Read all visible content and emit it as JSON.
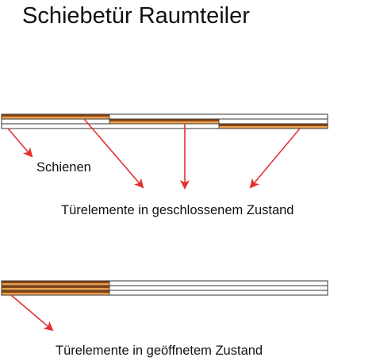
{
  "title": "Schiebetür Raumteiler",
  "labels": {
    "rails": "Schienen",
    "closed_state": "Türelemente in geschlossenem Zustand",
    "open_state": "Türelemente in geöffnetem Zustand"
  },
  "colors": {
    "panel_top": "#8b4513",
    "panel_bottom": "#e8a050",
    "rail_line": "#333333",
    "arrow": "#e53030",
    "text": "#111111"
  }
}
